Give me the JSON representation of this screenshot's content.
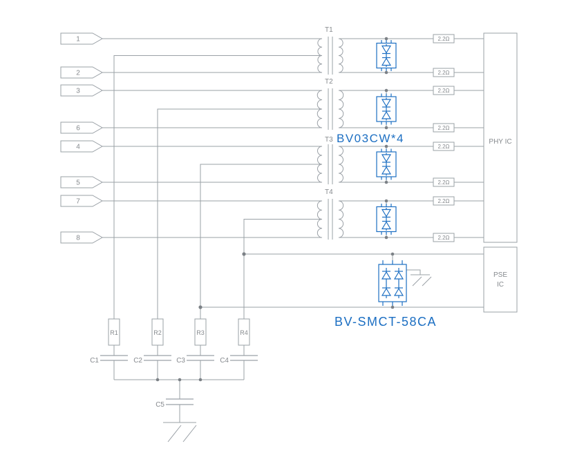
{
  "colors": {
    "accent_blue": "#1b6ec2",
    "wire_gray": "#9aa0a6",
    "label_gray": "#85898d"
  },
  "connector": {
    "pins": [
      "1",
      "2",
      "3",
      "6",
      "4",
      "5",
      "7",
      "8"
    ]
  },
  "transformers": {
    "labels": [
      "T1",
      "T2",
      "T3",
      "T4"
    ]
  },
  "series_resistors": {
    "label": "2.2Ω"
  },
  "ics": {
    "phy": "PHY IC",
    "pse": [
      "PSE",
      "IC"
    ]
  },
  "protection": {
    "tvs_array_label": "BV03CW*4",
    "bridge_label": "BV-SMCT-58CA"
  },
  "termination": {
    "resistors": [
      "R1",
      "R2",
      "R3",
      "R4"
    ],
    "capacitors": [
      "C1",
      "C2",
      "C3",
      "C4",
      "C5"
    ]
  }
}
